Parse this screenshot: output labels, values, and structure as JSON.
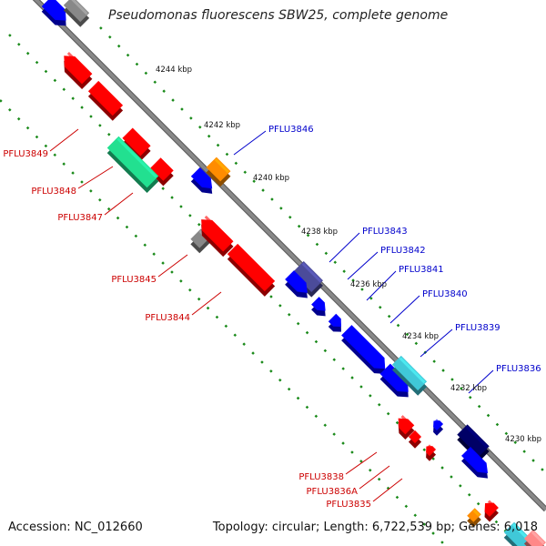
{
  "title": "Pseudomonas fluorescens SBW25, complete genome",
  "footer": {
    "accession": "Accession: NC_012660",
    "summary": "Topology: circular; Length: 6,722,539 bp; Genes: 6,018"
  },
  "colors": {
    "backbone": "#888888",
    "forward_label": "#0000cc",
    "reverse_label": "#cc0000",
    "tick_dots": "#1a8a1a",
    "kbp_label": "#111111"
  },
  "kbp_ticks": [
    {
      "label": "4244 kbp"
    },
    {
      "label": "4242 kbp"
    },
    {
      "label": "4240 kbp"
    },
    {
      "label": "4238 kbp"
    },
    {
      "label": "4236 kbp"
    },
    {
      "label": "4234 kbp"
    },
    {
      "label": "4232 kbp"
    },
    {
      "label": "4230 kbp"
    }
  ],
  "forward_genes": [
    {
      "label": "PFLU3846",
      "color": "#ff8c00"
    },
    {
      "label": "PFLU3843",
      "color": "#4b4b9a"
    },
    {
      "label": "PFLU3842",
      "color": "#0000ff"
    },
    {
      "label": "PFLU3841",
      "color": "#0000ff"
    },
    {
      "label": "PFLU3840",
      "color": "#0000ff"
    },
    {
      "label": "PFLU3839",
      "color": "#40c8d8"
    },
    {
      "label": "PFLU3836",
      "color": "#000066"
    }
  ],
  "reverse_genes": [
    {
      "label": "PFLU3849",
      "color": "#ff0000"
    },
    {
      "label": "PFLU3848",
      "color": "#22e090"
    },
    {
      "label": "PFLU3847",
      "color": "#ff0000"
    },
    {
      "label": "PFLU3845",
      "color": "#ff0000"
    },
    {
      "label": "PFLU3844",
      "color": "#ff0000"
    },
    {
      "label": "PFLU3838",
      "color": "#ff0000"
    },
    {
      "label": "PFLU3836A",
      "color": "#ff0000"
    },
    {
      "label": "PFLU3835",
      "color": "#ff0000"
    }
  ]
}
